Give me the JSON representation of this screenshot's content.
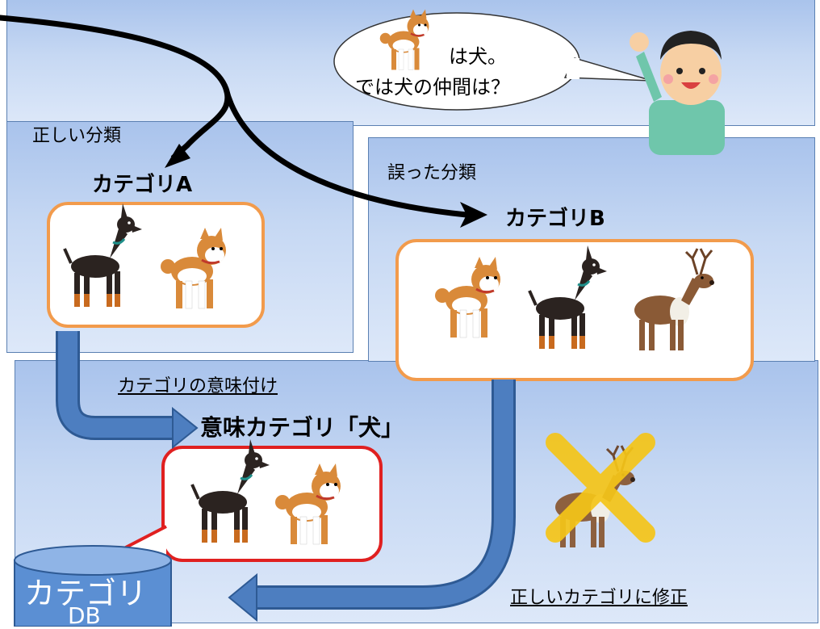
{
  "speech": {
    "line1": "は犬。",
    "line2": "では犬の仲間は？"
  },
  "panel_a": {
    "caption": "正しい分類",
    "category_label": "カテゴリA"
  },
  "panel_b": {
    "caption": "誤った分類",
    "category_label": "カテゴリB"
  },
  "bottom": {
    "labeling_caption": "カテゴリの意味付け",
    "semantic_label": "意味カテゴリ「犬」",
    "correction_caption": "正しいカテゴリに修正",
    "db_line1": "カテゴリ",
    "db_line2": "DB"
  },
  "colors": {
    "panel_border": "#5b80b2",
    "box_border_orange": "#f29b4c",
    "box_border_red": "#e02020",
    "flow_arrow_fill": "#4d7ec0",
    "cross_yellow": "#f5c518",
    "db_fill": "#5b8fd3"
  },
  "icons": [
    "shiba-dog-icon",
    "doberman-dog-icon",
    "reindeer-icon",
    "waving-boy-icon",
    "database-cylinder-icon"
  ]
}
